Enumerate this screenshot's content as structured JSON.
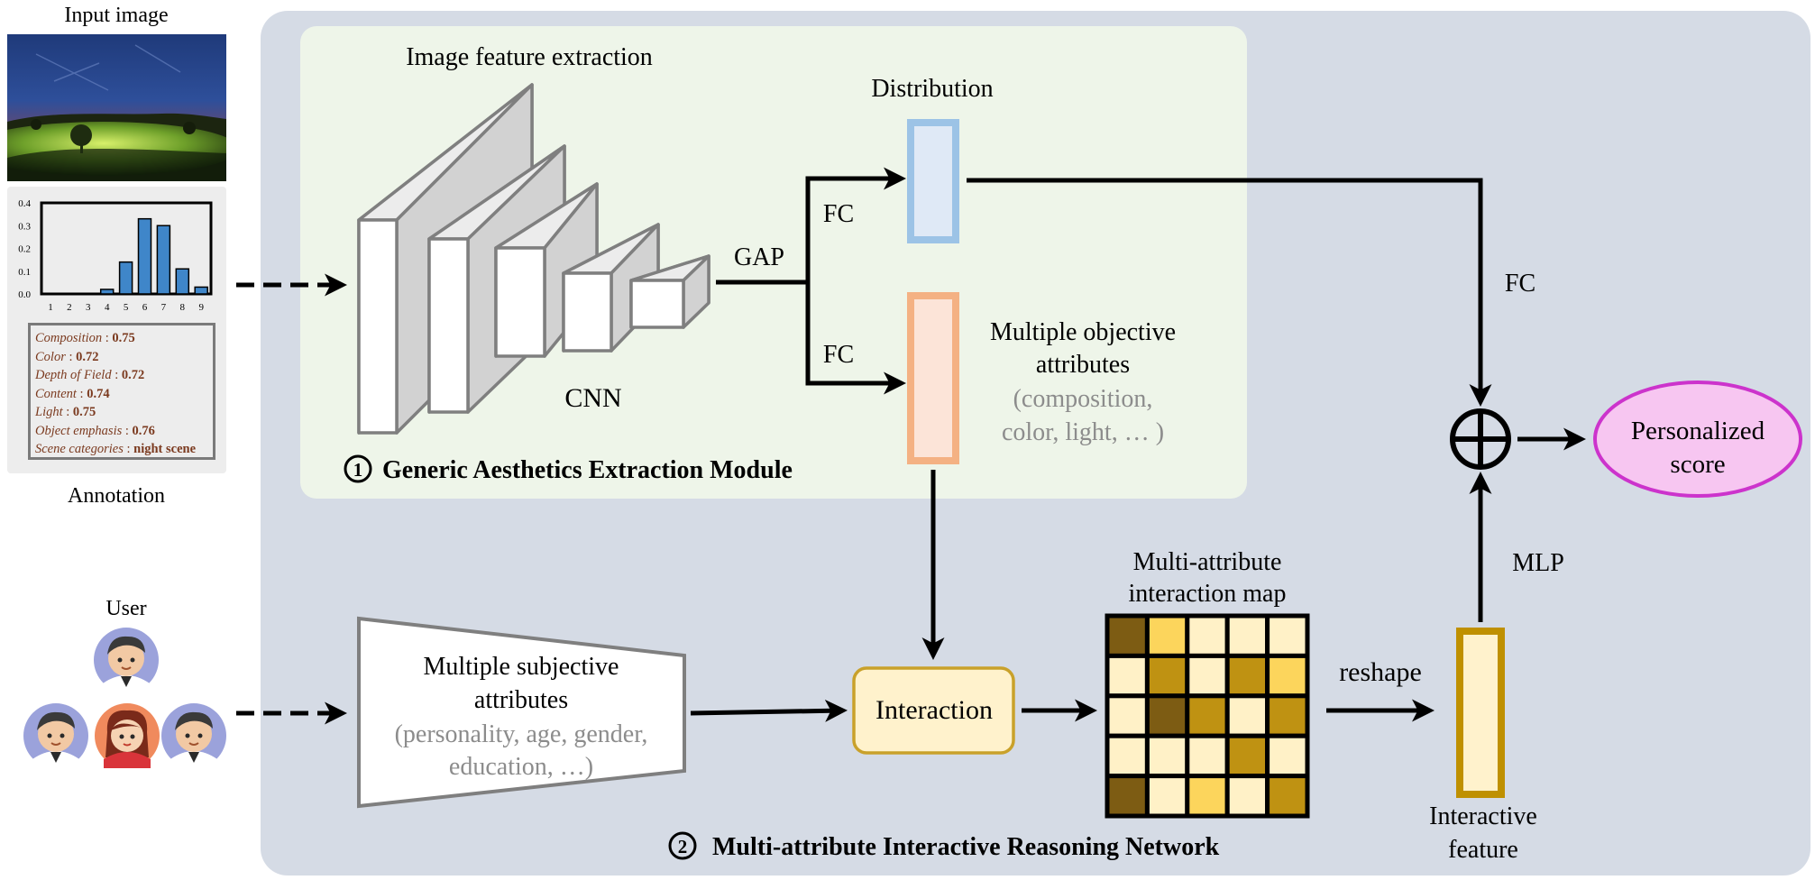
{
  "input": {
    "title": "Input image",
    "annotation_label": "Annotation"
  },
  "histogram": {
    "yticks": [
      "0.4",
      "0.3",
      "0.2",
      "0.1",
      "0.0"
    ],
    "categories": [
      "1",
      "2",
      "3",
      "4",
      "5",
      "6",
      "7",
      "8",
      "9"
    ],
    "values": [
      0,
      0,
      0,
      0.02,
      0.14,
      0.33,
      0.3,
      0.11,
      0.03
    ],
    "ylim": [
      0,
      0.4
    ],
    "bar_color": "#3f86c9"
  },
  "annotation": [
    {
      "key": "Composition",
      "value": "0.75"
    },
    {
      "key": "Color",
      "value": "0.72"
    },
    {
      "key": "Depth of Field",
      "value": "0.72"
    },
    {
      "key": "Content",
      "value": "0.74"
    },
    {
      "key": "Light",
      "value": "0.75"
    },
    {
      "key": "Object emphasis",
      "value": "0.76"
    },
    {
      "key": "Scene categories",
      "value": "night scene"
    }
  ],
  "user": {
    "label": "User"
  },
  "module1": {
    "image_feature_extraction": "Image feature extraction",
    "cnn": "CNN",
    "gap": "GAP",
    "fc_top": "FC",
    "fc_bottom": "FC",
    "distribution": "Distribution",
    "objective_line1": "Multiple objective",
    "objective_line2": "attributes",
    "objective_line3": "(composition,",
    "objective_line4": "color, light, … )",
    "number": "1",
    "title": "Generic Aesthetics Extraction Module"
  },
  "module2": {
    "subjective_line1": "Multiple subjective",
    "subjective_line2": "attributes",
    "subjective_line3": "(personality, age, gender,",
    "subjective_line4": "education, …)",
    "interaction": "Interaction",
    "map_line1": "Multi-attribute",
    "map_line2": "interaction map",
    "reshape": "reshape",
    "interactive_line1": "Interactive",
    "interactive_line2": "feature",
    "number": "2",
    "title": "Multi-attribute Interactive Reasoning Network"
  },
  "right": {
    "fc": "FC",
    "mlp": "MLP",
    "score_line1": "Personalized",
    "score_line2": "score"
  },
  "heatmap_grid": [
    [
      "#7d5c13",
      "#fcd55c",
      "#fff1c7",
      "#fff1c7",
      "#fff1c7"
    ],
    [
      "#fff1c7",
      "#bf9212",
      "#fff1c7",
      "#bf9212",
      "#fcd55c"
    ],
    [
      "#fff1c7",
      "#7d5c13",
      "#bf9212",
      "#fff1c7",
      "#bf9212"
    ],
    [
      "#fff1c7",
      "#fff1c7",
      "#fff1c7",
      "#bf9212",
      "#fff1c7"
    ],
    [
      "#7d5c13",
      "#fff1c7",
      "#fcd55c",
      "#fff1c7",
      "#bf9212"
    ]
  ],
  "colors": {
    "panel": "#d5dbe5",
    "module1_bg": "#eef5e9",
    "distribution_fill": "#dfe9f6",
    "distribution_stroke": "#9cc3e6",
    "objective_fill": "#fce4d8",
    "objective_stroke": "#f4b183",
    "interaction_fill": "#fff2cc",
    "interaction_stroke": "#c9a12a",
    "feature_stroke": "#bf9000",
    "score_fill": "#f7c6f1",
    "score_stroke": "#cc33cc"
  }
}
